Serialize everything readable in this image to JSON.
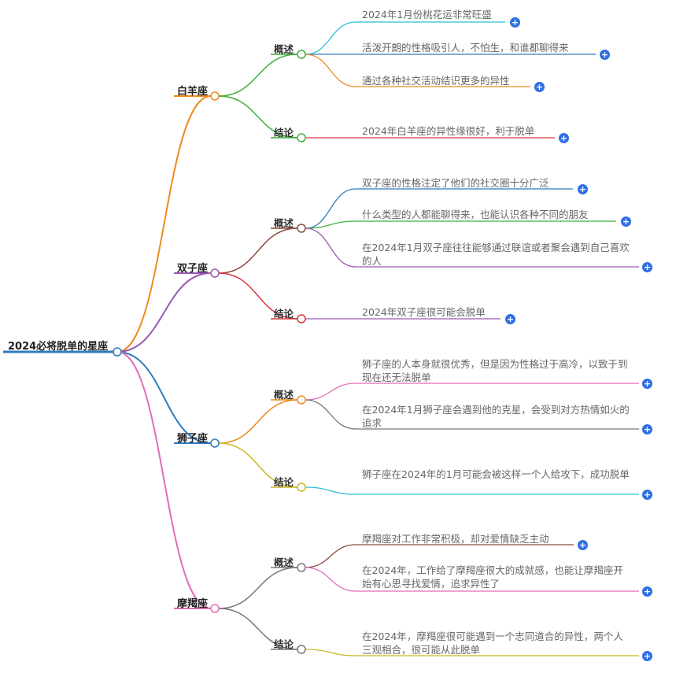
{
  "root": {
    "label": "2024必将脱单的星座"
  },
  "branches": [
    {
      "label": "白羊座",
      "color": "#ef8a1c",
      "children": [
        {
          "label": "概述",
          "color": "#3ab03a",
          "leaves": [
            {
              "text": "2024年1月份桃花运非常旺盛",
              "color": "#2bbfd0"
            },
            {
              "text": "活泼开朗的性格吸引人，不怕生，和谁都聊得来",
              "color": "#2e7bbf"
            },
            {
              "text": "通过各种社交活动结识更多的异性",
              "color": "#ef8a1c"
            }
          ]
        },
        {
          "label": "结论",
          "color": "#3ab03a",
          "leaves": [
            {
              "text": "2024年白羊座的异性缘很好，利于脱单",
              "color": "#d6363c"
            }
          ]
        }
      ]
    },
    {
      "label": "双子座",
      "color": "#9b59b6",
      "children": [
        {
          "label": "概述",
          "color": "#8b4a3c",
          "leaves": [
            {
              "text": "双子座的性格注定了他们的社交圈十分广泛",
              "color": "#2e7bbf"
            },
            {
              "text": "什么类型的人都能聊得来，也能认识各种不同的朋友",
              "color": "#3ab03a"
            },
            {
              "text": "在2024年1月双子座往往能够通过联谊或者聚会遇到自己喜欢的人",
              "color": "#9b59b6"
            }
          ]
        },
        {
          "label": "结论",
          "color": "#d6363c",
          "leaves": [
            {
              "text": "2024年双子座很可能会脱单",
              "color": "#9b59b6"
            }
          ]
        }
      ]
    },
    {
      "label": "狮子座",
      "color": "#2e7bbf",
      "children": [
        {
          "label": "概述",
          "color": "#ef8a1c",
          "leaves": [
            {
              "text": "狮子座的人本身就很优秀，但是因为性格过于高冷，以致于到现在还无法脱单",
              "color": "#e36bb8"
            },
            {
              "text": "在2024年1月狮子座会遇到他的克星，会受到对方热情如火的追求",
              "color": "#777777"
            }
          ]
        },
        {
          "label": "结论",
          "color": "#c9b823",
          "leaves": [
            {
              "text": "狮子座在2024年的1月可能会被这样一个人给攻下，成功脱单",
              "color": "#2bbfd0"
            }
          ]
        }
      ]
    },
    {
      "label": "摩羯座",
      "color": "#e36bb8",
      "children": [
        {
          "label": "概述",
          "color": "#777777",
          "leaves": [
            {
              "text": "摩羯座对工作非常积极，却对爱情缺乏主动",
              "color": "#8b4a3c"
            },
            {
              "text": "在2024年，工作给了摩羯座很大的成就感，也能让摩羯座开始有心思寻找爱情，追求异性了",
              "color": "#e36bb8"
            }
          ]
        },
        {
          "label": "结论",
          "color": "#777777",
          "leaves": [
            {
              "text": "在2024年，摩羯座很可能遇到一个志同道合的异性，两个人三观相合，很可能从此脱单",
              "color": "#c9b823"
            }
          ]
        }
      ]
    }
  ]
}
